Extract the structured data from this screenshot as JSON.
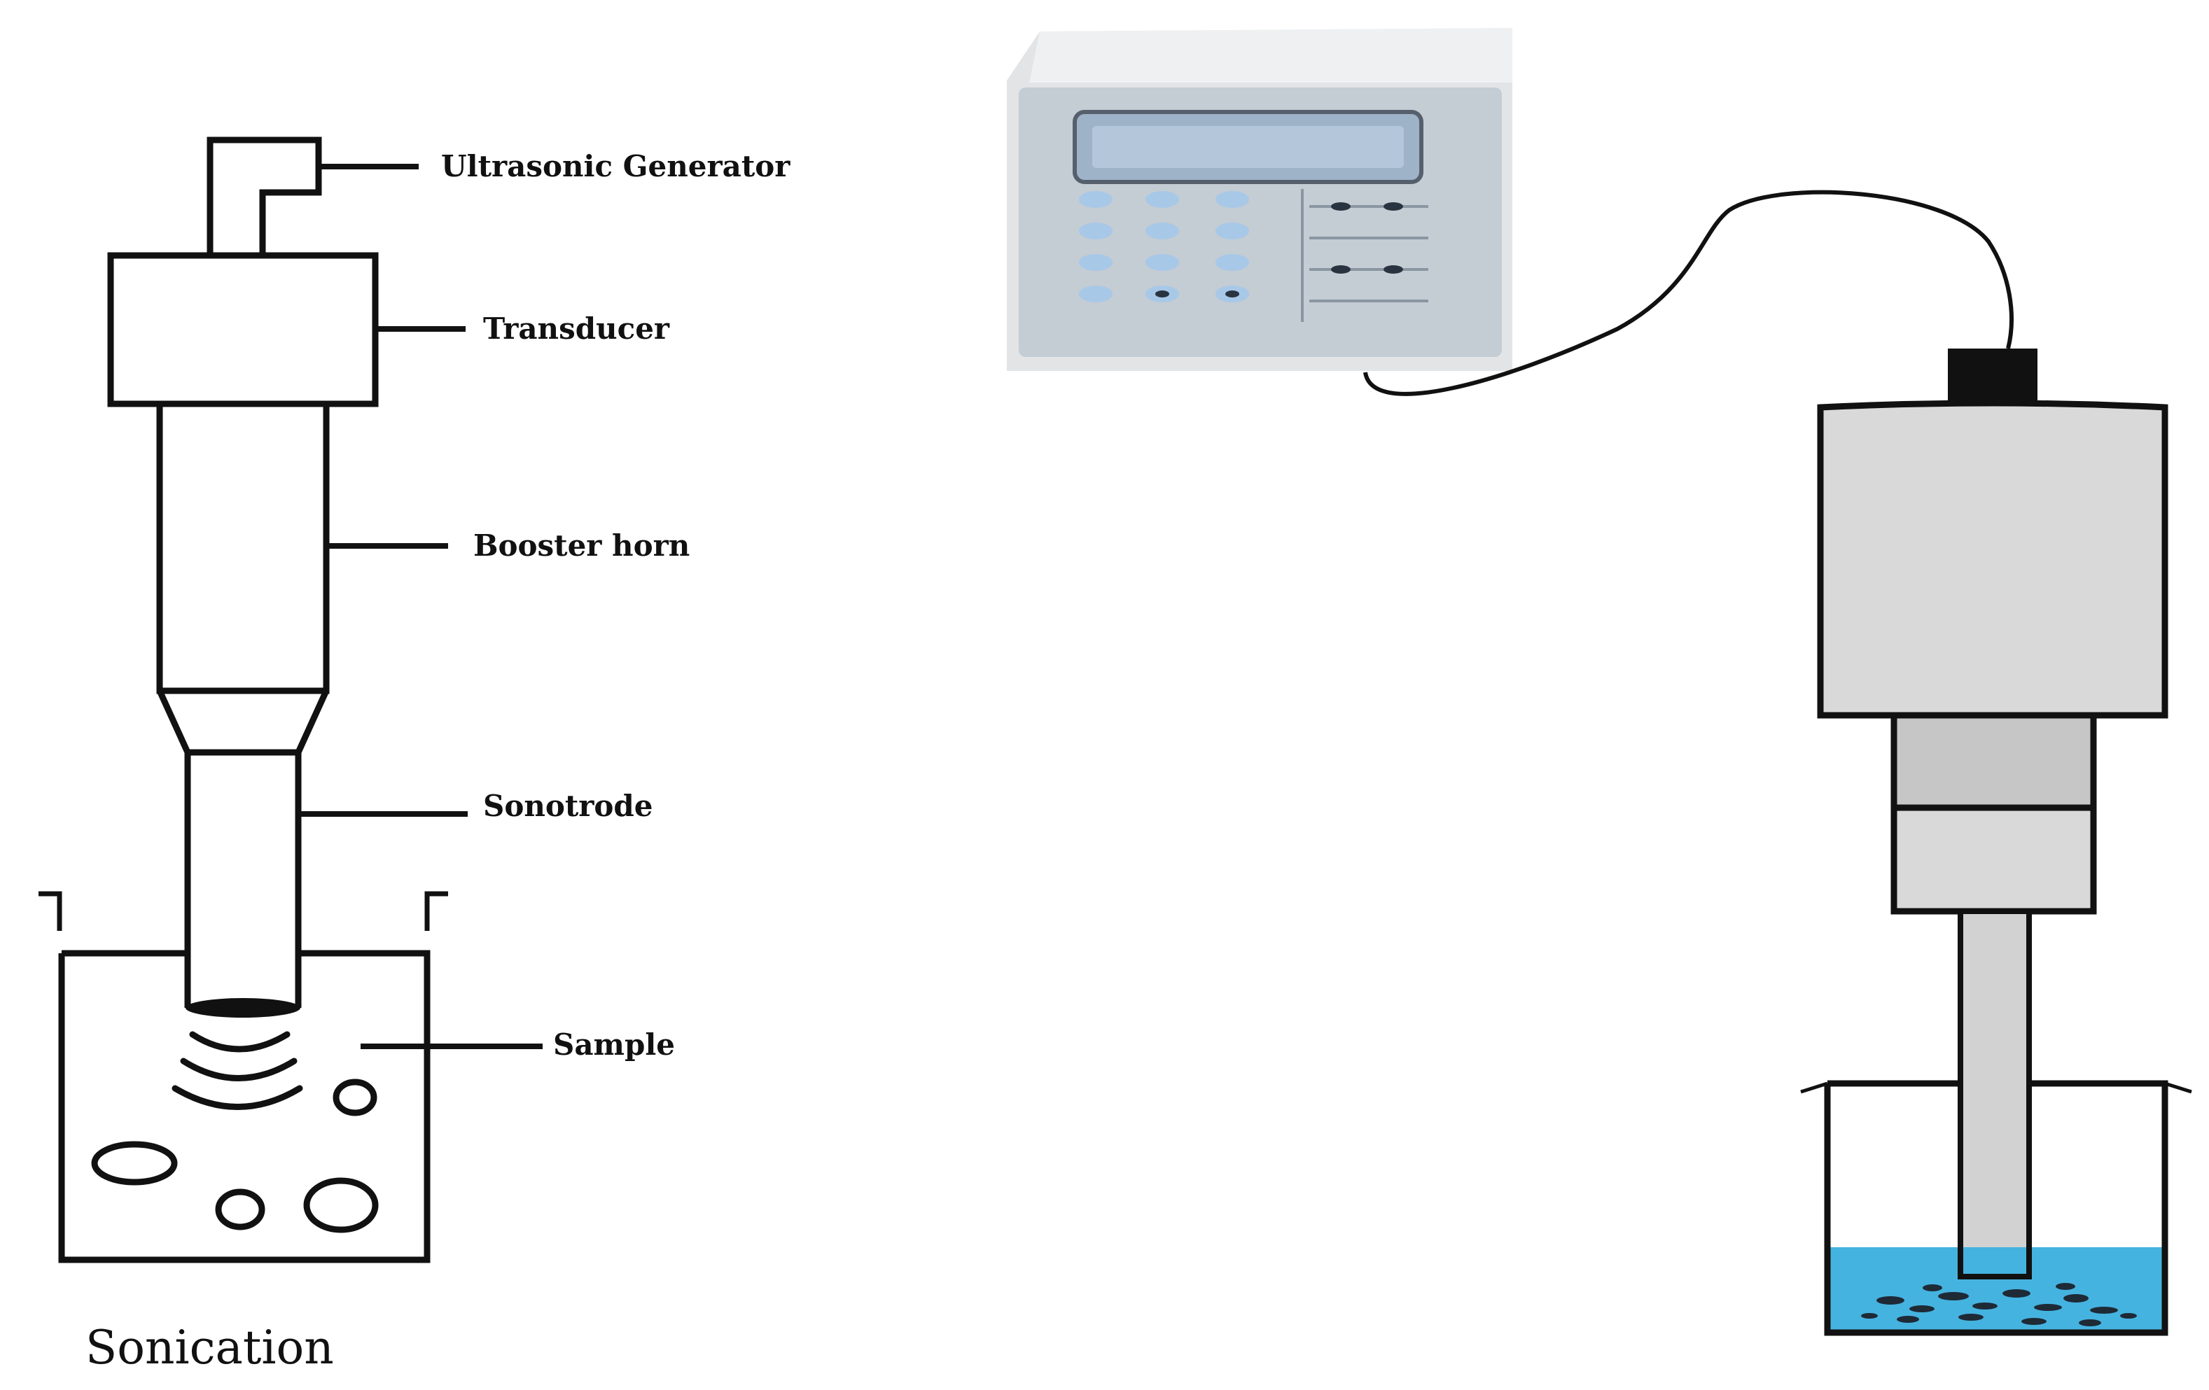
{
  "diagram": {
    "labels": {
      "ultrasonic_generator": "Ultrasonic Generator",
      "transducer": "Transducer",
      "booster_horn": "Booster horn",
      "sonotrode": "Sonotrode",
      "sample": "Sample"
    },
    "caption": "Sonication"
  },
  "colors": {
    "outline": "#111111",
    "device_body": "#e2e4e6",
    "device_panel": "#c4ccd4",
    "screen": "#9fb3c8",
    "key": "#a8c8e8",
    "transducer_gray": "#d9d9d9",
    "booster_gray": "#c6c6c6",
    "probe_gray": "#d2d2d2",
    "liquid": "#45b3e0"
  },
  "icons": {
    "generator": "ultrasonic-generator-icon",
    "cable": "cable-icon",
    "probe": "sonicator-probe-icon",
    "beaker": "beaker-icon"
  }
}
